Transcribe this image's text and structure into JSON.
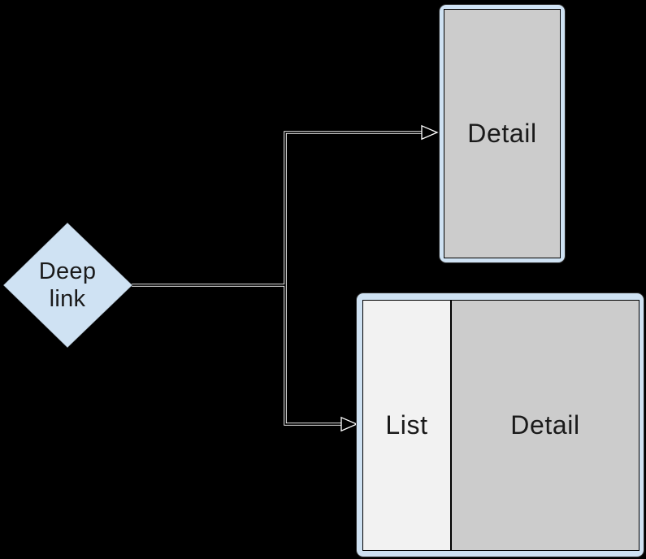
{
  "colors": {
    "background": "#000000",
    "frame_blue": "#cfe2f3",
    "screen_gray": "#cccccc",
    "list_gray": "#f2f2f2",
    "connector_casing": "#ffffff",
    "connector_core": "#000000",
    "label_text": "#1a1a1a",
    "device_outline": "#2e2e2e",
    "screen_border": "#000000"
  },
  "diamond": {
    "label": "Deep\nlink"
  },
  "phone_mockup": {
    "screen_label": "Detail"
  },
  "tablet_mockup": {
    "list_label": "List",
    "detail_label": "Detail"
  }
}
